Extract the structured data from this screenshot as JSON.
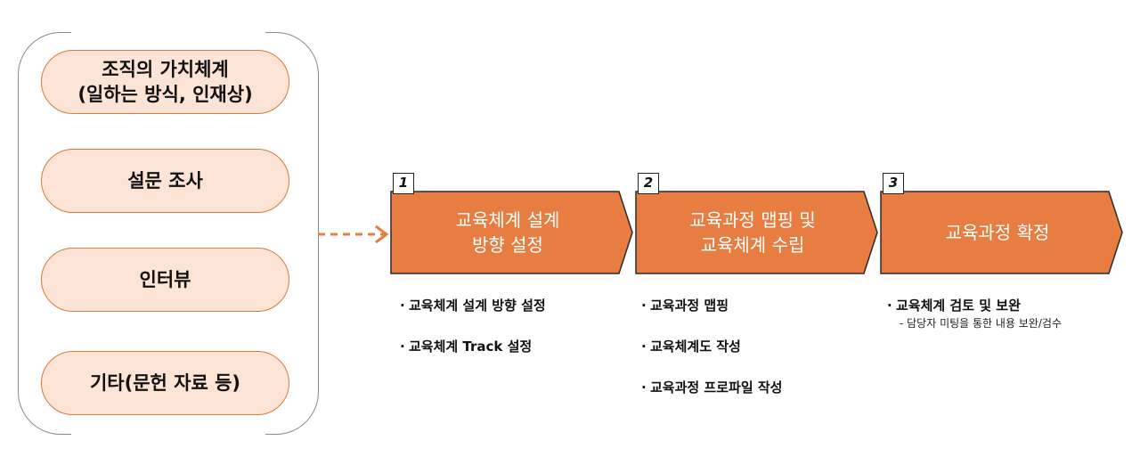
{
  "inputs": [
    "조직의 가치체계\n(일하는 방식, 인재상)",
    "설문 조사",
    "인터뷰",
    "기타(문헌 자료 등)"
  ],
  "steps": [
    {
      "number": "1",
      "title": "교육체계 설계\n방향 설정",
      "bullets": [
        "교육체계 설계 방향 설정",
        "교육체계 Track 설정"
      ]
    },
    {
      "number": "2",
      "title": "교육과정 맵핑 및\n교육체계 수립",
      "bullets": [
        "교육과정 맵핑",
        "교육체계도 작성",
        "교육과정 프로파일 작성"
      ]
    },
    {
      "number": "3",
      "title": "교육과정 확정",
      "bullets": [
        "교육체계 검토 및 보완"
      ],
      "note": "- 담당자 미팅을 통한 내용 보완/검수"
    }
  ],
  "colors": {
    "step_fill": "#e87d41",
    "pill_fill": "#fbe4d6",
    "pill_border": "#d9793a",
    "arrow": "#e87d41"
  }
}
